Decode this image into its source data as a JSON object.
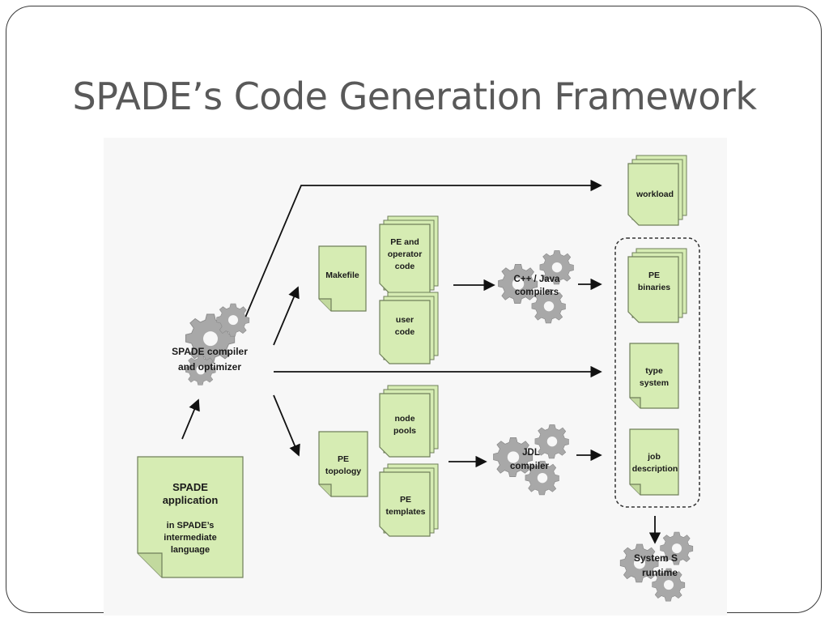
{
  "slide": {
    "title": "SPADE’s Code Generation Framework"
  },
  "colors": {
    "document_fill": "#d6ecb3",
    "document_stroke": "#6f7f5a",
    "gear_fill": "#a8a8a8",
    "arrow": "#111111",
    "title_text": "#595959"
  },
  "diagram": {
    "spade_application": {
      "line1": "SPADE",
      "line2": "application",
      "line3": "in SPADE’s",
      "line4": "intermediate",
      "line5": "language"
    },
    "compiler": {
      "line1": "SPADE compiler",
      "line2": "and optimizer"
    },
    "makefile": "Makefile",
    "pe_operator_code": {
      "line1": "PE and",
      "line2": "operator",
      "line3": "code"
    },
    "user_code": {
      "line1": "user",
      "line2": "code"
    },
    "cpp_java_compilers": {
      "line1": "C++ / Java",
      "line2": "compilers"
    },
    "workload": "workload",
    "pe_binaries": {
      "line1": "PE",
      "line2": "binaries"
    },
    "type_system": {
      "line1": "type",
      "line2": "system"
    },
    "pe_topology": {
      "line1": "PE",
      "line2": "topology"
    },
    "node_pools": {
      "line1": "node",
      "line2": "pools"
    },
    "pe_templates": {
      "line1": "PE",
      "line2": "templates"
    },
    "jdl_compiler": {
      "line1": "JDL",
      "line2": "compiler"
    },
    "job_description": {
      "line1": "job",
      "line2": "description"
    },
    "system_s_runtime": {
      "line1": "System S",
      "line2": "runtime"
    }
  }
}
